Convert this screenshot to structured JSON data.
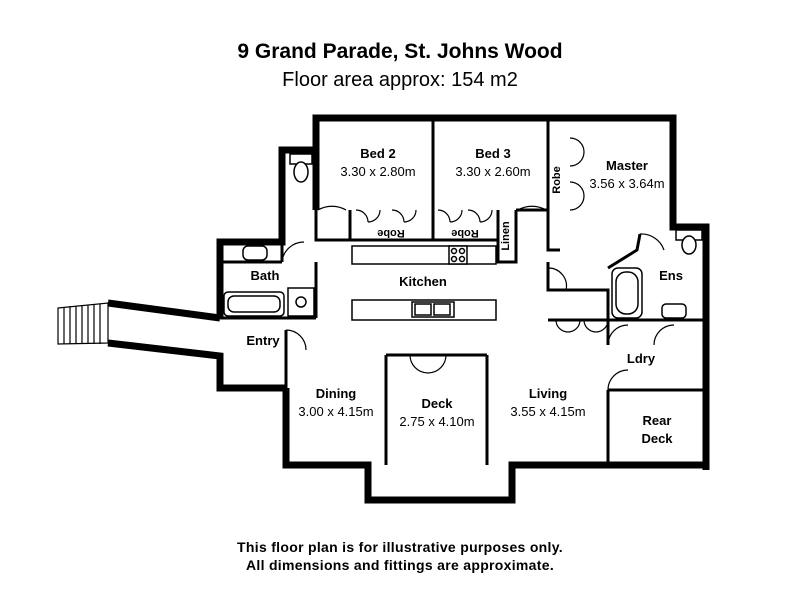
{
  "header": {
    "title": "9 Grand Parade, St. Johns Wood",
    "subtitle": "Floor area approx: 154 m2"
  },
  "rooms": {
    "bed2": {
      "name": "Bed 2",
      "dims": "3.30 x 2.80m"
    },
    "bed3": {
      "name": "Bed 3",
      "dims": "3.30 x 2.60m"
    },
    "master": {
      "name": "Master",
      "dims": "3.56 x 3.64m"
    },
    "bath": {
      "name": "Bath"
    },
    "kitchen": {
      "name": "Kitchen"
    },
    "ens": {
      "name": "Ens"
    },
    "entry": {
      "name": "Entry"
    },
    "ldry": {
      "name": "Ldry"
    },
    "dining": {
      "name": "Dining",
      "dims": "3.00 x 4.15m"
    },
    "deck": {
      "name": "Deck",
      "dims": "2.75 x 4.10m"
    },
    "living": {
      "name": "Living",
      "dims": "3.55 x 4.15m"
    },
    "rear_deck": {
      "name_line1": "Rear",
      "name_line2": "Deck"
    },
    "robe_bed2": "Robe",
    "robe_bed3": "Robe",
    "robe_master": "Robe",
    "linen": "Linen"
  },
  "disclaimer": {
    "line1": "This floor plan is for illustrative purposes only.",
    "line2": "All dimensions and fittings are approximate."
  }
}
